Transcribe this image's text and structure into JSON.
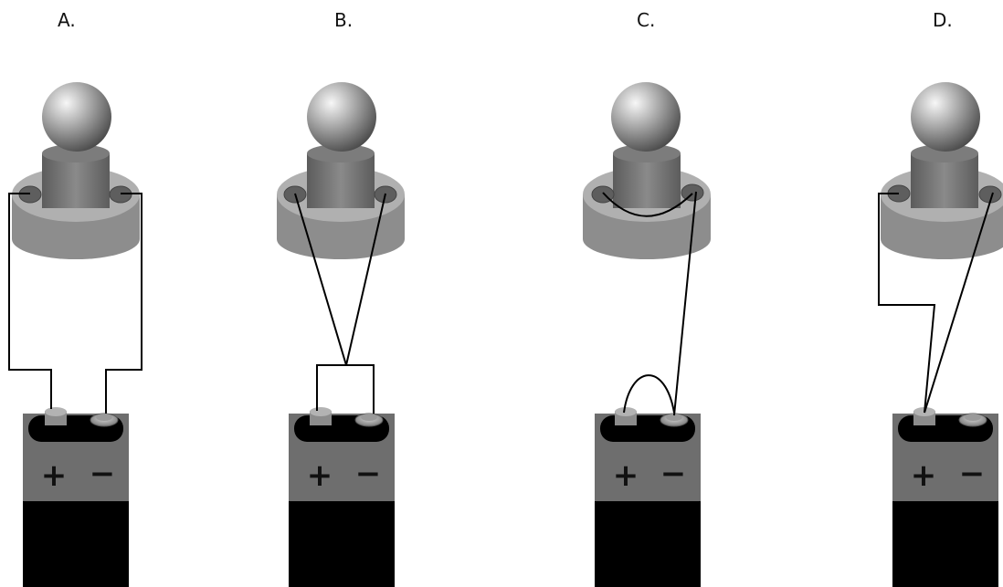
{
  "diagram": {
    "options": [
      {
        "id": "a",
        "label": "A.",
        "wiring": "bulb terminals to battery + and − terminals"
      },
      {
        "id": "b",
        "label": "B.",
        "wiring": "both bulb terminals joined to a wire bridging + and −"
      },
      {
        "id": "c",
        "label": "C.",
        "wiring": "bulb terminals joined together; wire loop from + to −"
      },
      {
        "id": "d",
        "label": "D.",
        "wiring": "both bulb terminals to the + terminal"
      }
    ],
    "battery": {
      "plus_sign": "+",
      "minus_sign": "−"
    }
  }
}
